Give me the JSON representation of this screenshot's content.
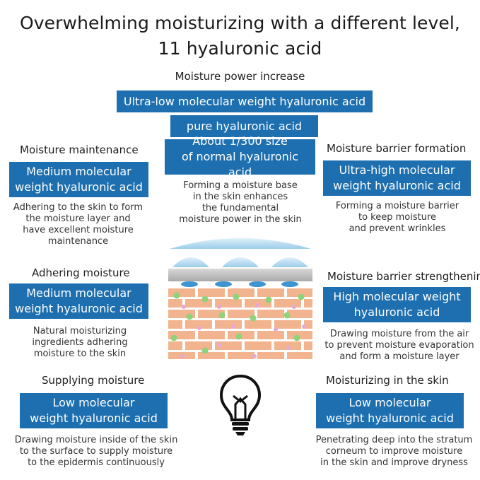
{
  "title": {
    "line1": "Overwhelming moisturizing with a different level,",
    "line2": "11 hyaluronic acid"
  },
  "center": {
    "heading": "Moisture power increase",
    "box1": "Ultra-low molecular weight hyaluronic acid",
    "box2": "pure hyaluronic acid",
    "box3_line1": "About 1/300 size",
    "box3_line2": "of normal hyaluronic acid",
    "desc": [
      "Forming a moisture base",
      "in the skin enhances",
      "the fundamental",
      "moisture power in the skin"
    ]
  },
  "left": [
    {
      "heading": "Moisture maintenance",
      "box": [
        "Medium molecular",
        "weight hyaluronic acid"
      ],
      "desc": [
        "Adhering to the skin to form",
        "the moisture layer and",
        "have excellent moisture",
        "maintenance"
      ]
    },
    {
      "heading": "Adhering moisture",
      "box": [
        "Medium molecular",
        "weight hyaluronic acid"
      ],
      "desc": [
        "Natural moisturizing",
        "ingredients adhering",
        "moisture to the skin"
      ]
    },
    {
      "heading": "Supplying moisture",
      "box": [
        "Low molecular",
        "weight hyaluronic acid"
      ],
      "desc": [
        "Drawing moisture inside of the skin",
        "to the surface to supply moisture",
        "to the epidermis continuously"
      ]
    }
  ],
  "right": [
    {
      "heading": "Moisture barrier formation",
      "box": [
        "Ultra-high molecular",
        "weight hyaluronic acid"
      ],
      "desc": [
        "Forming a moisture barrier",
        "to keep moisture",
        "and prevent wrinkles"
      ]
    },
    {
      "heading": "Moisture barrier strengthening",
      "box": [
        "High molecular weight",
        "hyaluronic acid"
      ],
      "desc": [
        "Drawing moisture from the air",
        "to prevent moisture evaporation",
        "and form a moisture layer"
      ]
    },
    {
      "heading": "Moisturizing in the skin",
      "box": [
        "Low molecular",
        "weight hyaluronic acid"
      ],
      "desc": [
        "Penetrating deep into the stratum",
        "corneum to improve moisture",
        "in the skin and improve dryness"
      ]
    }
  ],
  "colors": {
    "box_blue": "#1d6fb0",
    "brick": "#f2b48e",
    "dot_green": "#8fd27a",
    "dot_pink": "#e6a9d6",
    "dome_blue": "#b9dcf2"
  },
  "icons": {
    "skin_diagram": "skin-layer-illustration",
    "bulb": "lightbulb-icon"
  }
}
